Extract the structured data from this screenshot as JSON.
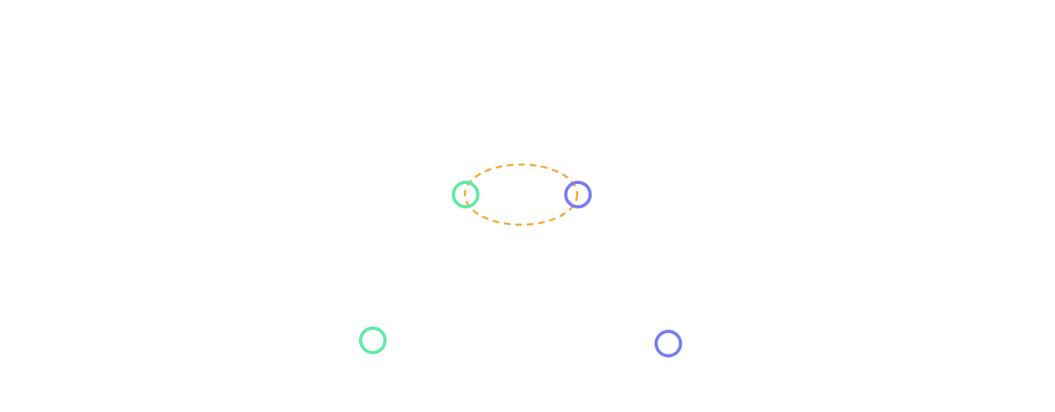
{
  "colors": {
    "background": "#ffffff",
    "green": "#5EEAA5",
    "blue": "#7B7BF2",
    "orange": "#F5A836"
  },
  "elements": [
    {
      "name": "green-ring-marker-top",
      "color": "green"
    },
    {
      "name": "blue-ring-marker-top",
      "color": "blue"
    },
    {
      "name": "dashed-orange-loop",
      "color": "orange"
    },
    {
      "name": "green-ring-marker-bottom",
      "color": "green"
    },
    {
      "name": "blue-ring-marker-bottom",
      "color": "blue"
    }
  ]
}
